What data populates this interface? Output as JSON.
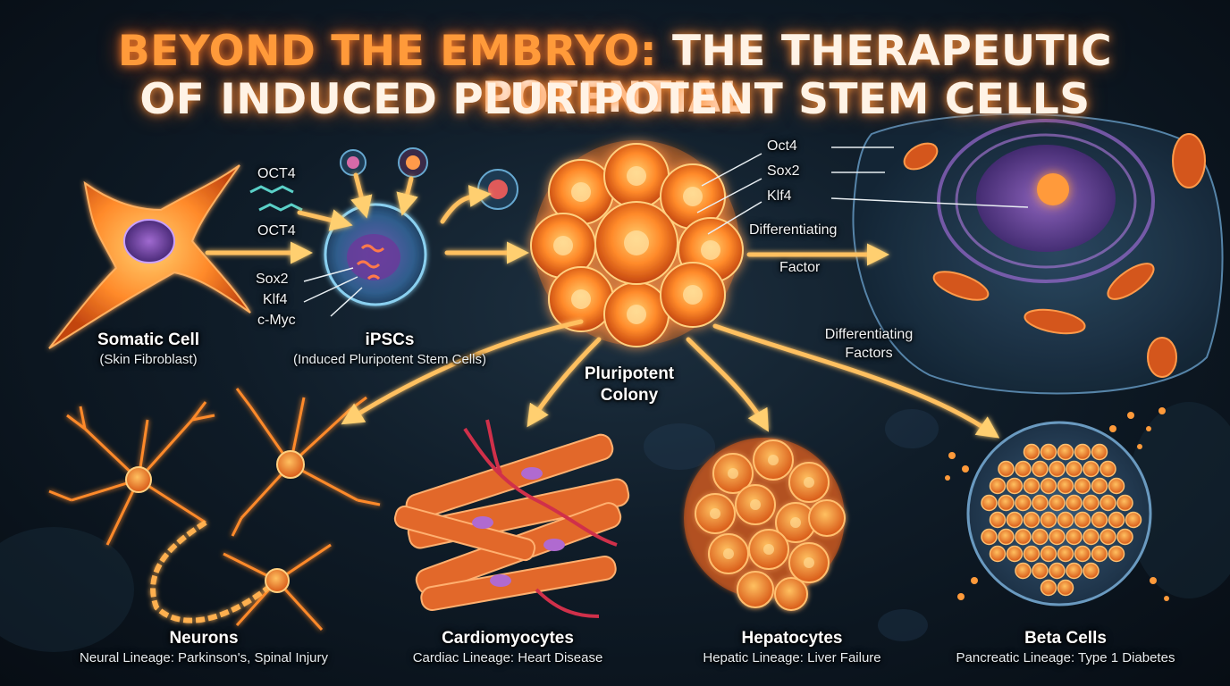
{
  "title": {
    "line1_highlight": "BEYOND THE EMBRYO:",
    "line1_rest": "THE THERAPEUTIC POTENTIAL",
    "line2": "OF INDUCED PLURIPOTENT STEM CELLS"
  },
  "reprogramming": {
    "factor_top_1": "OCT4",
    "factor_top_2": "OCT4",
    "factor_sox2": "Sox2",
    "factor_klf4": "Klf4",
    "factor_cmyc": "c-Myc"
  },
  "colony_markers": {
    "oct4": "Oct4",
    "sox2": "Sox2",
    "klf4": "Klf4"
  },
  "arrows": {
    "differentiating_factor_1": "Differentiating",
    "differentiating_factor_2": "Factor",
    "differentiating_factors_1": "Differentiating",
    "differentiating_factors_2": "Factors"
  },
  "nodes": {
    "somatic": {
      "name": "Somatic Cell",
      "desc": "(Skin Fibroblast)"
    },
    "ipsc": {
      "name": "iPSCs",
      "desc": "(Induced Pluripotent Stem Cells)"
    },
    "colony": {
      "name_1": "Pluripotent",
      "name_2": "Colony"
    }
  },
  "lineages": {
    "neurons": {
      "name": "Neurons",
      "desc": "Neural Lineage: Parkinson's, Spinal Injury"
    },
    "cardio": {
      "name": "Cardiomyocytes",
      "desc": "Cardiac Lineage: Heart Disease"
    },
    "hepato": {
      "name": "Hepatocytes",
      "desc": "Hepatic Lineage: Liver Failure"
    },
    "beta": {
      "name": "Beta Cells",
      "desc": "Pancreatic Lineage: Type 1 Diabetes"
    }
  },
  "colors": {
    "glow_orange": "#ff8a2a",
    "cell_core": "#ffb04a",
    "nucleus_purple": "#8a5ab8",
    "ipsc_blue": "#4a7fb0",
    "arrow": "#ffb040"
  }
}
